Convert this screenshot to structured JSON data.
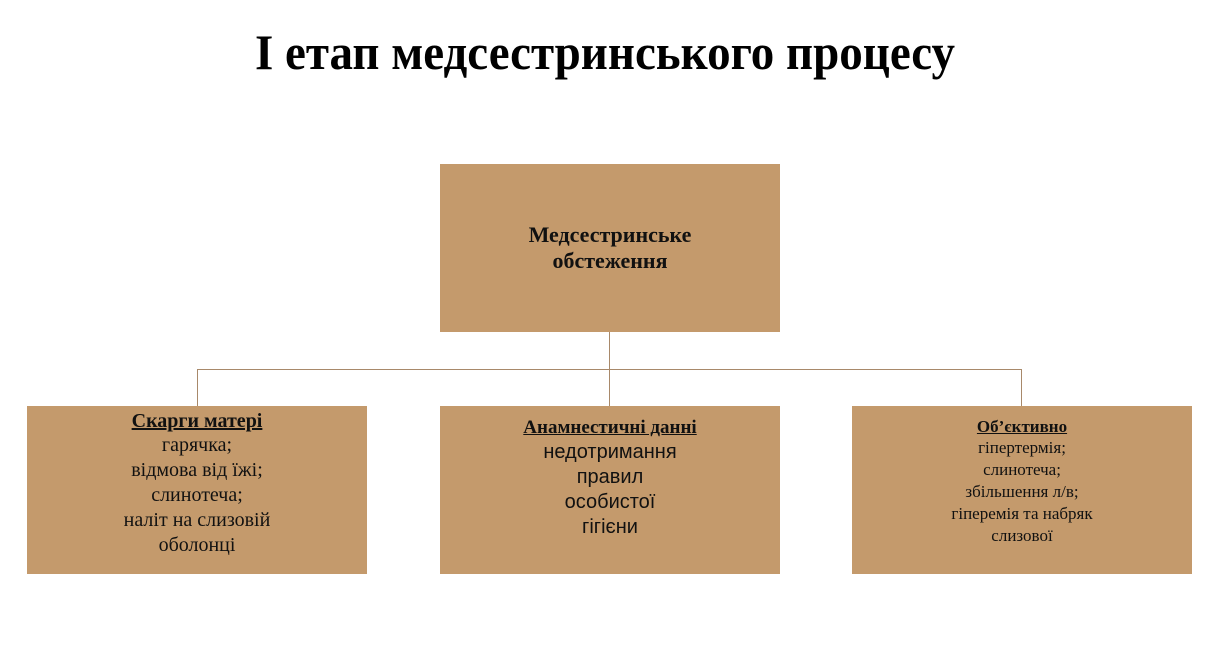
{
  "title": "І етап медсестринського процесу",
  "colors": {
    "box_fill": "#C49A6C",
    "connector": "#A8896A",
    "text": "#111111"
  },
  "root": {
    "label": "Медсестринське обстеження"
  },
  "children": [
    {
      "header": "Скарги матері",
      "lines": [
        "гарячка;",
        "відмова від їжі;",
        "слинотеча;",
        "наліт на слизовій",
        "оболонці"
      ]
    },
    {
      "header": "Анамнестичні  данні",
      "lines": [
        "недотримання",
        "правил",
        "особистої",
        "гігієни"
      ]
    },
    {
      "header": "Об’єктивно",
      "lines": [
        "гіпертермія;",
        "слинотеча;",
        "збільшення л/в;",
        "гіперемія та набряк",
        "слизової"
      ]
    }
  ]
}
